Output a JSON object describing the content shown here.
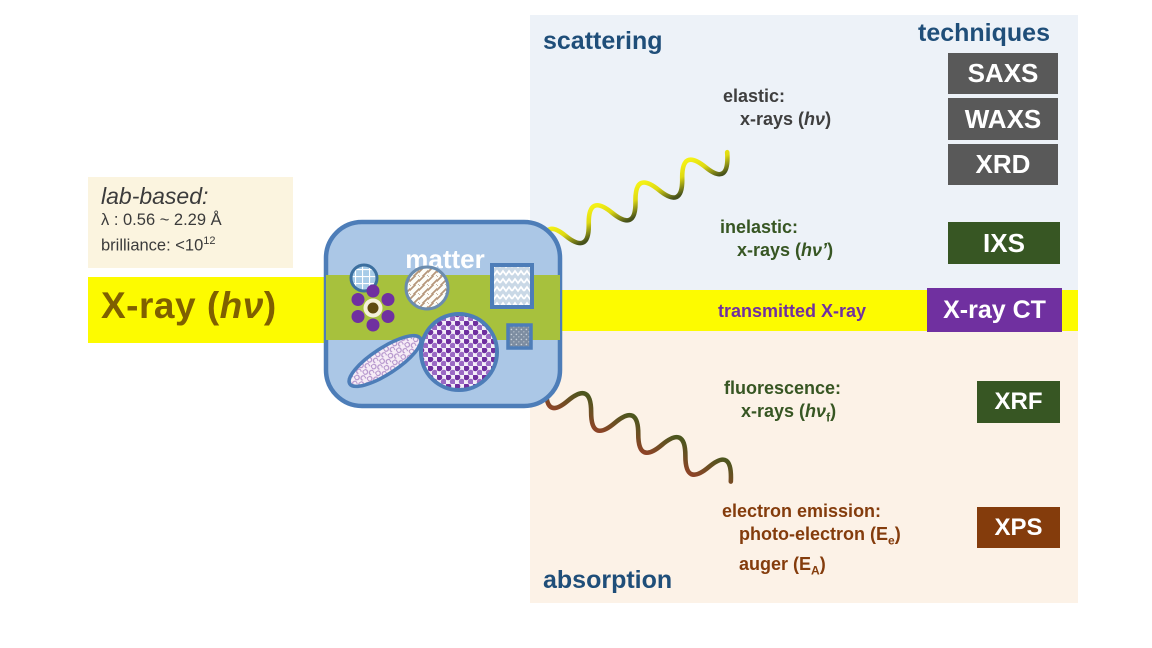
{
  "header": {
    "techniques_label": "techniques"
  },
  "panels": {
    "scattering_label": "scattering",
    "absorption_label": "absorption"
  },
  "lab": {
    "line1": "lab-based:",
    "line2": "λ : 0.56 ~ 2.29 Å",
    "line3_pre": "brilliance: <10",
    "line3_sup": "12"
  },
  "beam": {
    "pre": "X-ray (",
    "hv": "hν",
    "post": ")"
  },
  "matter": {
    "label": "matter"
  },
  "elastic": {
    "title": "elastic:",
    "pre": "x-rays (",
    "hv": "hν",
    "post": ")"
  },
  "inelastic": {
    "title": "inelastic:",
    "pre": "x-rays (",
    "hv": "hν’",
    "post": ")"
  },
  "transmitted": {
    "label": "transmitted X-ray"
  },
  "fluorescence": {
    "title": "fluorescence:",
    "pre": "x-rays (",
    "hv": "hν",
    "sub": "f",
    "post": ")"
  },
  "electron": {
    "title": "electron emission:",
    "l2_pre": "photo-electron (E",
    "l2_sub": "e",
    "l2_post": ")",
    "l3_pre": "auger (E",
    "l3_sub": "A",
    "l3_post": ")"
  },
  "techniques": {
    "saxs": "SAXS",
    "waxs": "WAXS",
    "xrd": "XRD",
    "ixs": "IXS",
    "xray_ct": "X-ray CT",
    "xrf": "XRF",
    "xps": "XPS"
  },
  "colors": {
    "beam_yellow": "#fdfb00",
    "band_green": "#a7c13d",
    "scattering_bg": "#edf2f8",
    "absorption_bg": "#fcf2e7",
    "heading_blue": "#1f4e79",
    "chip_gray": "#595959",
    "chip_dark_green": "#375623",
    "chip_purple": "#7030a0",
    "chip_brown": "#843c0c",
    "xray_text": "#7f6000",
    "matter_fill": "#abc7e6",
    "matter_border": "#4d7db8"
  }
}
